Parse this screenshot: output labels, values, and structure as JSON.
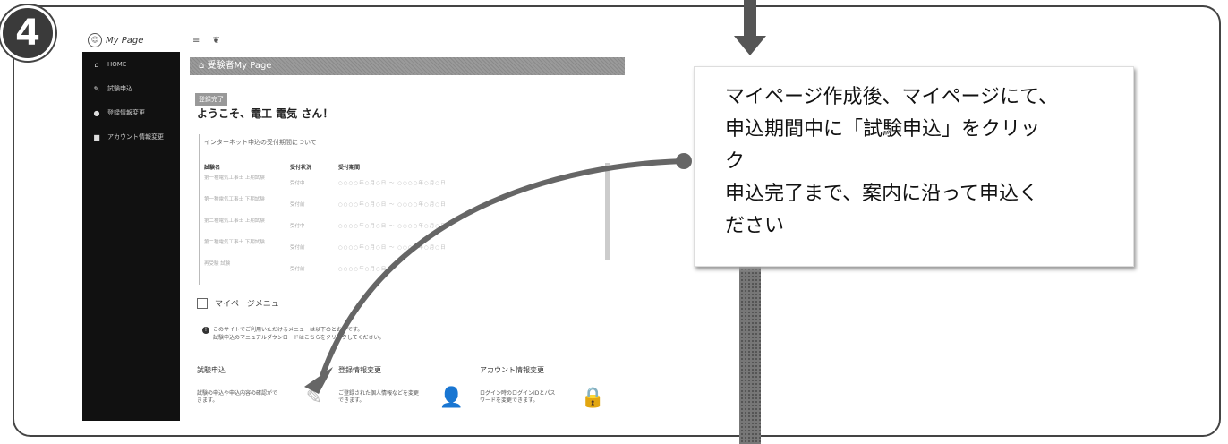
{
  "step_number": "4",
  "mypage": {
    "brand": "My Page",
    "nav": [
      {
        "icon": "home-icon",
        "glyph": "⌂",
        "label": "HOME"
      },
      {
        "icon": "pencil-icon",
        "glyph": "✎",
        "label": "試験申込"
      },
      {
        "icon": "user-icon",
        "glyph": "●",
        "label": "登録情報変更"
      },
      {
        "icon": "lock-icon",
        "glyph": "■",
        "label": "アカウント情報変更"
      }
    ],
    "banner_title": "受験者My Page",
    "status_pill": "登録完了",
    "welcome": "ようこそ、電工 電気 さん！",
    "notice_title": "インターネット申込の受付期間について",
    "table_headers": [
      "試験名",
      "受付状況",
      "受付期間"
    ],
    "table_rows": [
      {
        "name": "第一種電気工事士 上期試験",
        "status": "受付中",
        "period": "○○○○年○月○日 ～ ○○○○年○月○日"
      },
      {
        "name": "第一種電気工事士 下期試験",
        "status": "受付前",
        "period": "○○○○年○月○日 ～ ○○○○年○月○日"
      },
      {
        "name": "第二種電気工事士 上期試験",
        "status": "受付中",
        "period": "○○○○年○月○日 ～ ○○○○年○月○日"
      },
      {
        "name": "第二種電気工事士 下期試験",
        "status": "受付前",
        "period": "○○○○年○月○日 ～ ○○○○年○月○日"
      },
      {
        "name": "再受験 試験",
        "status": "受付前",
        "period": "○○○○年○月○日 ～"
      }
    ],
    "menu_heading": "マイページメニュー",
    "info_text": "このサイトでご利用いただけるメニューは以下のとおりです。\n試験申込のマニュアルダウンロードはこちらをクリックしてください。",
    "cards": [
      {
        "title": "試験申込",
        "desc": "試験の申込や申込内容の確認ができます。",
        "icon": "pencil-icon",
        "glyph": "✎"
      },
      {
        "title": "登録情報変更",
        "desc": "ご登録された個人情報などを変更できます。",
        "icon": "user-icon",
        "glyph": "👤"
      },
      {
        "title": "アカウント情報変更",
        "desc": "ログイン時のログインIDとパスワードを変更できます。",
        "icon": "lock-icon",
        "glyph": "🔒"
      }
    ]
  },
  "callout": {
    "text": "マイページ作成後、マイページにて、\n申込期間中に「試験申込」をクリッ\nク\n申込完了まで、案内に沿って申込く\nださい"
  },
  "colors": {
    "sidebar": "#111111",
    "banner": "#9a9a9a",
    "arrow": "#555555"
  }
}
